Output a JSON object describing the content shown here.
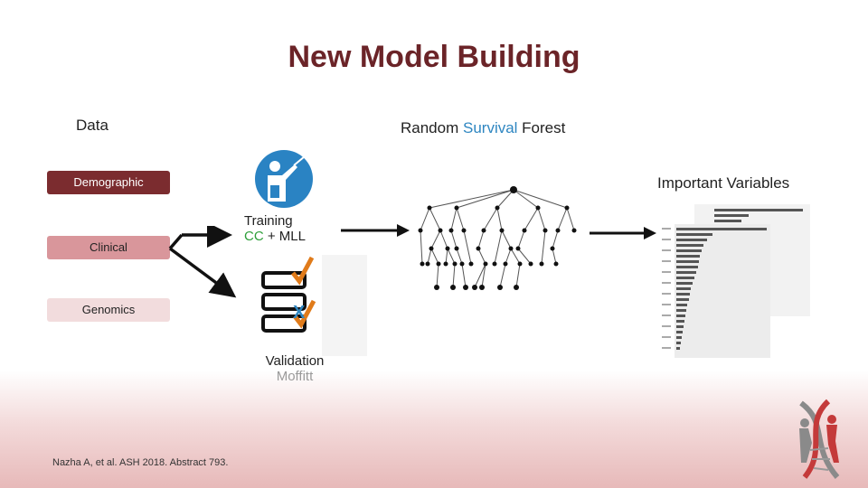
{
  "title": "New Model Building",
  "data_label": "Data",
  "rsf": {
    "prefix": "Random ",
    "highlight": "Survival",
    "suffix": " Forest"
  },
  "boxes": {
    "demographic": "Demographic",
    "clinical": "Clinical",
    "genomics": "Genomics"
  },
  "training": {
    "label": "Training",
    "cc": "CC",
    "plus": " + ",
    "mll": "MLL"
  },
  "validation": {
    "label": "Validation",
    "site": "Moffitt"
  },
  "important": "Important Variables",
  "citation": "Nazha A, et al. ASH 2018. Abstract 793.",
  "colors": {
    "title": "#6b2428",
    "demographic_box": "#7b2c2f",
    "clinical_box": "#d9969b",
    "genomics_box": "#f2dcdd",
    "accent_blue": "#2e86c1",
    "check_orange": "#e07b1a"
  },
  "icons": [
    "presenter-icon",
    "checklist-icon",
    "decision-tree",
    "variable-importance-chart",
    "dna-logo-icon"
  ]
}
